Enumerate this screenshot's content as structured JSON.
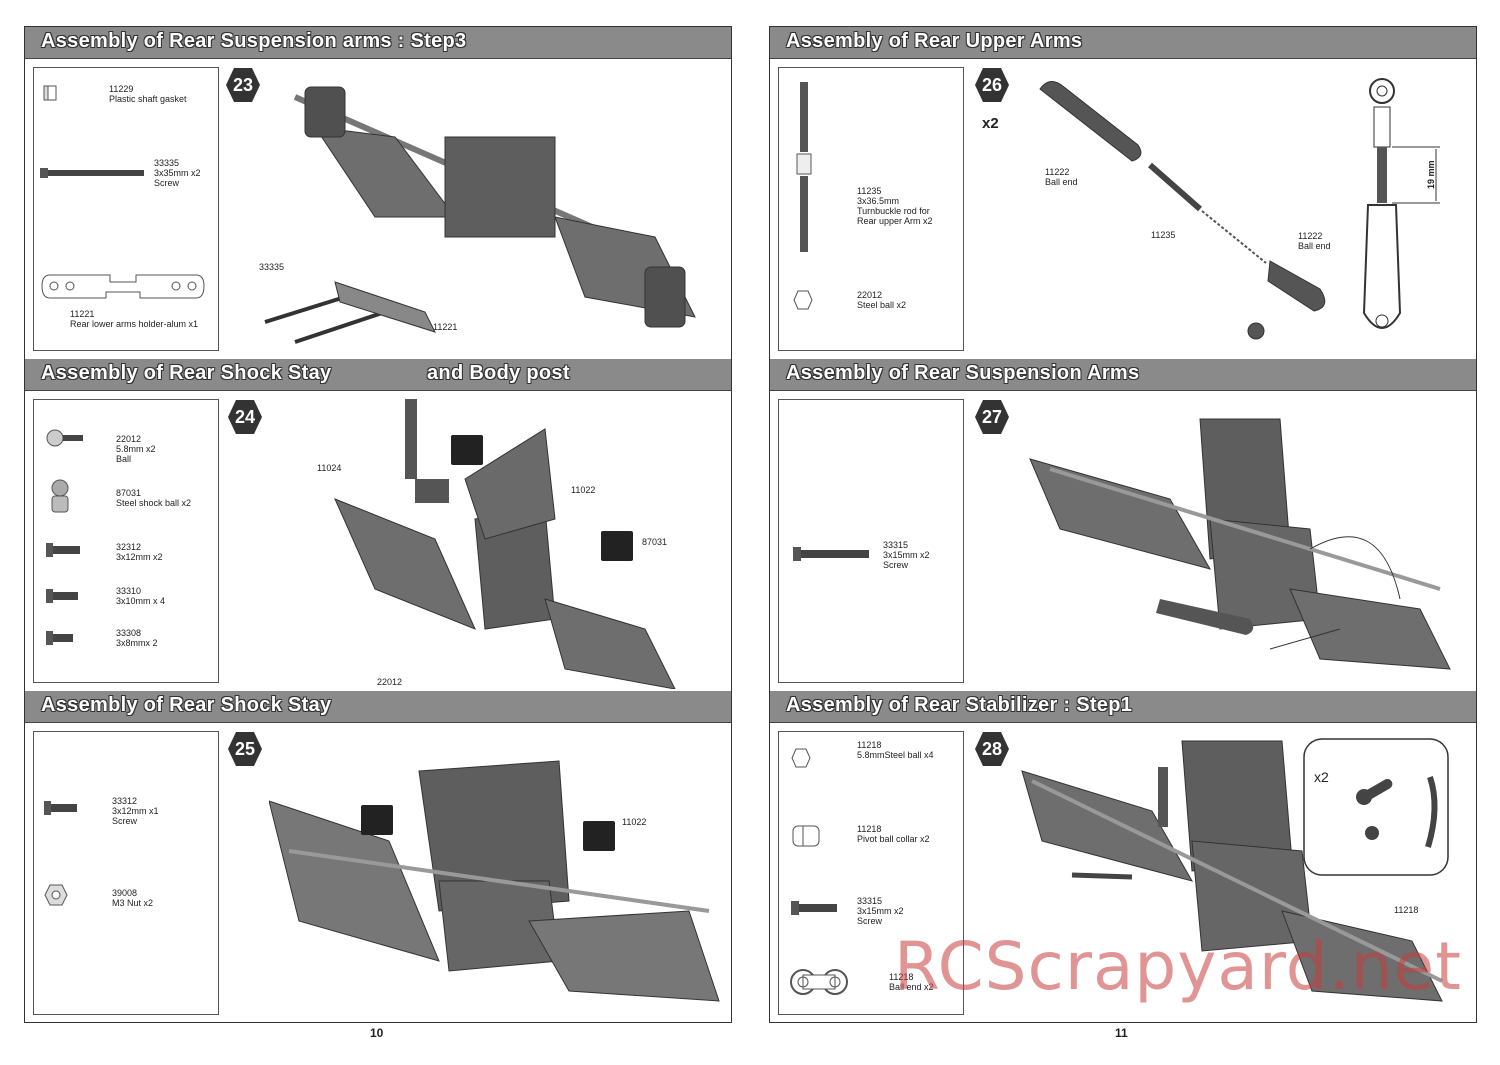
{
  "left_page": {
    "number": "10",
    "sections": [
      {
        "title": "Assembly of Rear Suspension arms : Step3",
        "step": "23",
        "parts": [
          {
            "code": "11229",
            "lines": [
              "Plastic shaft gasket"
            ]
          },
          {
            "code": "33335",
            "lines": [
              "3x35mm x2",
              "Screw"
            ]
          },
          {
            "code": "11221",
            "lines": [
              "Rear lower arms holder-alum x1"
            ]
          }
        ],
        "callouts": [
          "33335",
          "11221"
        ]
      },
      {
        "title": "Assembly of Rear Shock Stay",
        "title_suffix": "and  Body post",
        "step": "24",
        "parts": [
          {
            "code": "22012",
            "lines": [
              "5.8mm x2",
              "Ball"
            ]
          },
          {
            "code": "87031",
            "lines": [
              "Steel shock ball x2"
            ]
          },
          {
            "code": "32312",
            "lines": [
              "3x12mm x2"
            ]
          },
          {
            "code": "33310",
            "lines": [
              "3x10mm x 4"
            ]
          },
          {
            "code": "33308",
            "lines": [
              "3x8mmx 2"
            ]
          }
        ],
        "callouts": [
          "11024",
          "11022",
          "87031",
          "22012"
        ]
      },
      {
        "title": "Assembly of Rear Shock Stay",
        "step": "25",
        "parts": [
          {
            "code": "33312",
            "lines": [
              "3x12mm x1",
              "Screw"
            ]
          },
          {
            "code": "39008",
            "lines": [
              "M3 Nut x2"
            ]
          }
        ],
        "callouts": [
          "11022"
        ]
      }
    ]
  },
  "right_page": {
    "number": "11",
    "sections": [
      {
        "title": "Assembly of Rear Upper Arms",
        "step": "26",
        "quantity": "x2",
        "parts": [
          {
            "code": "11235",
            "lines": [
              "3x36.5mm",
              "Turnbuckle rod for",
              "Rear upper Arm x2"
            ]
          },
          {
            "code": "22012",
            "lines": [
              "Steel ball x2"
            ]
          }
        ],
        "callouts": [
          {
            "code": "11222",
            "label": "Ball end"
          },
          {
            "code": "11235",
            "label": ""
          },
          {
            "code": "11222",
            "label": "Ball end"
          }
        ],
        "dimension": "19 mm"
      },
      {
        "title": "Assembly of Rear Suspension Arms",
        "step": "27",
        "parts": [
          {
            "code": "33315",
            "lines": [
              "3x15mm x2",
              "Screw"
            ]
          }
        ]
      },
      {
        "title": "Assembly of Rear Stabilizer : Step1",
        "step": "28",
        "quantity": "x2",
        "parts": [
          {
            "code": "11218",
            "lines": [
              "5.8mmSteel ball x4"
            ]
          },
          {
            "code": "11218",
            "lines": [
              "Pivot ball collar x2"
            ]
          },
          {
            "code": "33315",
            "lines": [
              "3x15mm x2",
              "Screw"
            ]
          },
          {
            "code": "11218",
            "lines": [
              "Ball end x2"
            ]
          }
        ],
        "callouts": [
          "11218"
        ]
      }
    ]
  },
  "watermark": "RCScrapyard.net"
}
